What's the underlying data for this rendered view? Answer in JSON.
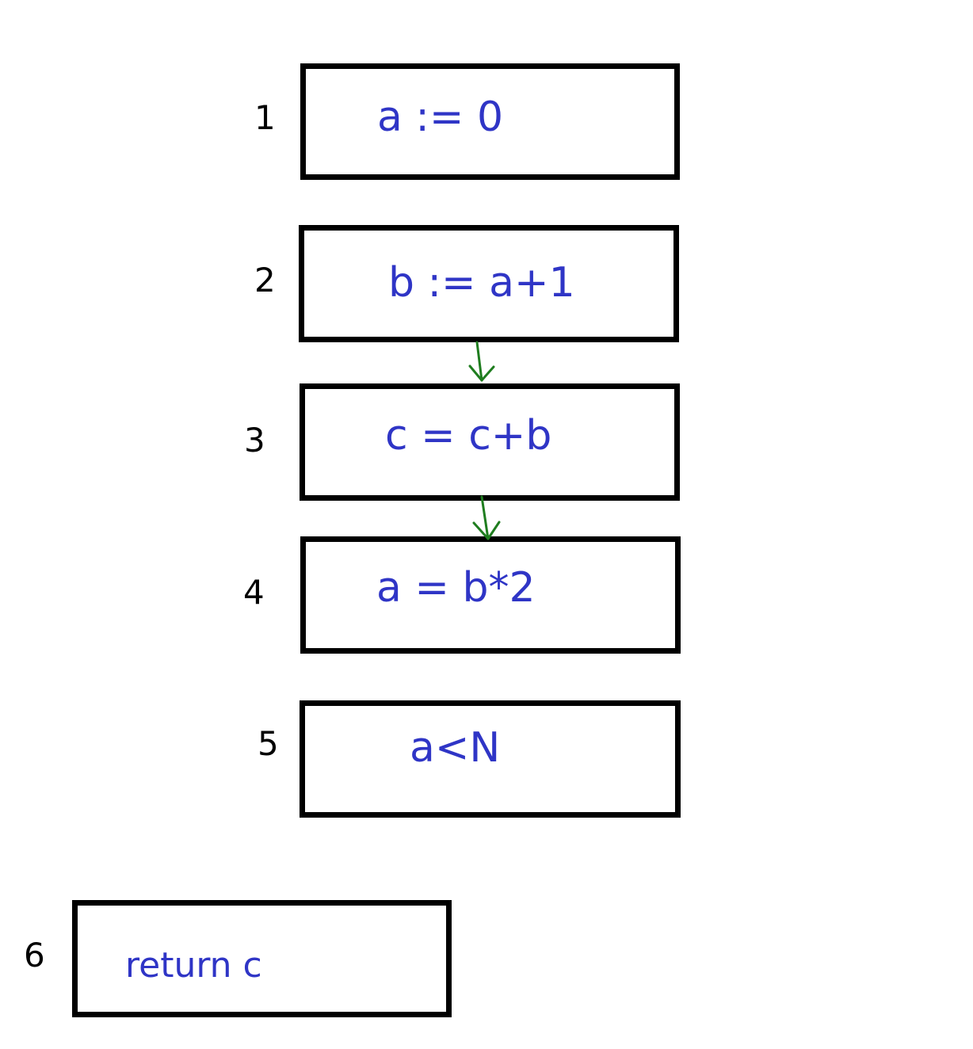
{
  "colors": {
    "box_border": "#000000",
    "code_text": "#2f35c6",
    "arrow": "#1f7d1f"
  },
  "nodes": [
    {
      "number": "1",
      "code": "a := 0"
    },
    {
      "number": "2",
      "code": "b := a+1"
    },
    {
      "number": "3",
      "code": "c = c+b"
    },
    {
      "number": "4",
      "code": "a = b*2"
    },
    {
      "number": "5",
      "code": "a<N"
    },
    {
      "number": "6",
      "code": "return c"
    }
  ],
  "edges": [
    {
      "from": "2",
      "to": "3"
    },
    {
      "from": "3",
      "to": "4"
    }
  ]
}
